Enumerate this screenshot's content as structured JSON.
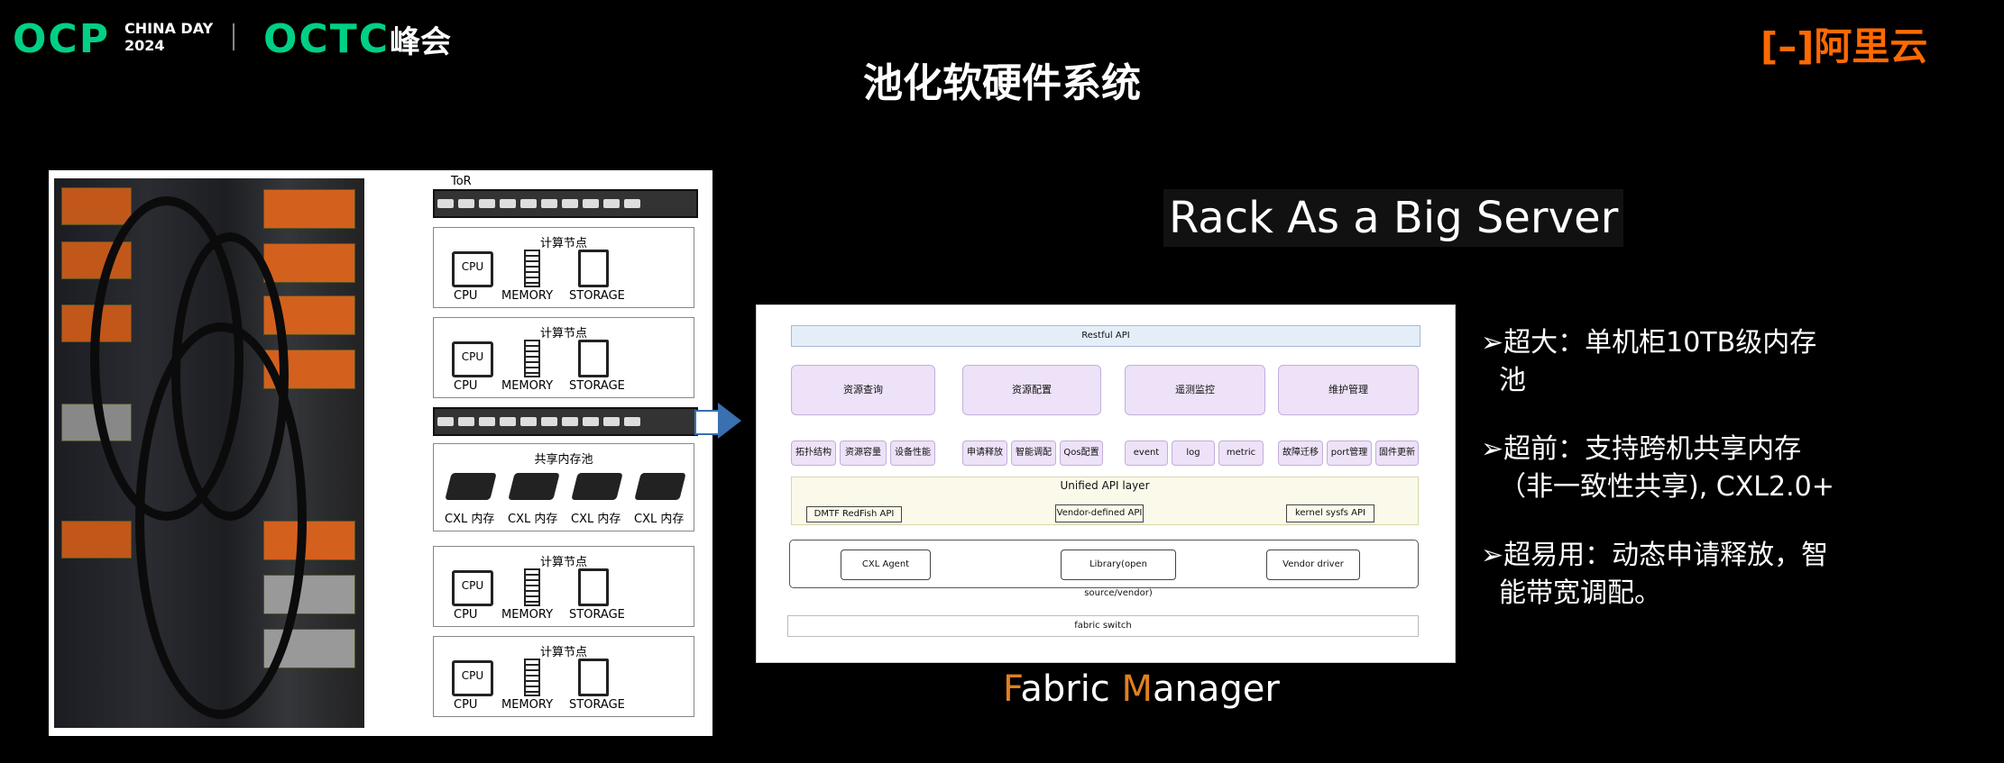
{
  "header": {
    "ocp": "OCP",
    "china_day": "CHINA DAY",
    "year": "2024",
    "octc": "OCTC",
    "summit": "峰会",
    "aliyun": "阿里云"
  },
  "title": "池化软硬件系统",
  "rack_title": "Rack As a Big Server",
  "diagram": {
    "tor": "ToR",
    "compute_node": "计算节点",
    "cpu": "CPU",
    "memory": "MEMORY",
    "storage": "STORAGE",
    "shared_pool": "共享内存池",
    "cxl": "CXL 内存"
  },
  "fabric": {
    "restful": "Restful API",
    "blocks": [
      "资源查询",
      "资源配置",
      "遥测监控",
      "维护管理"
    ],
    "pills": [
      "拓扑结构",
      "资源容量",
      "设备性能",
      "申请释放",
      "智能调配",
      "Qos配置",
      "event",
      "log",
      "metric",
      "故障迁移",
      "port管理",
      "固件更新"
    ],
    "unified": "Unified API layer",
    "dmtf": "DMTF RedFish API",
    "vendor_api": "Vendor-defined API",
    "kernel": "kernel sysfs API",
    "cxl_agent": "CXL Agent",
    "library": "Library(open source/vendor)",
    "vendor_driver": "Vendor driver",
    "switch": "fabric switch"
  },
  "fabric_label": {
    "f": "F",
    "abric": "abric ",
    "m": "M",
    "anager": "anager"
  },
  "bullets": [
    {
      "lines": [
        "➢超大：单机柜10TB级内存",
        "池"
      ]
    },
    {
      "lines": [
        "➢超前：支持跨机共享内存",
        "（非一致性共享), CXL2.0+"
      ]
    },
    {
      "lines": [
        "➢超易用：动态申请释放，智",
        "能带宽调配。"
      ]
    }
  ],
  "colors": {
    "ocp_green": "#00d084",
    "aliyun_orange": "#ff6a00",
    "accent": "#e0801f"
  }
}
